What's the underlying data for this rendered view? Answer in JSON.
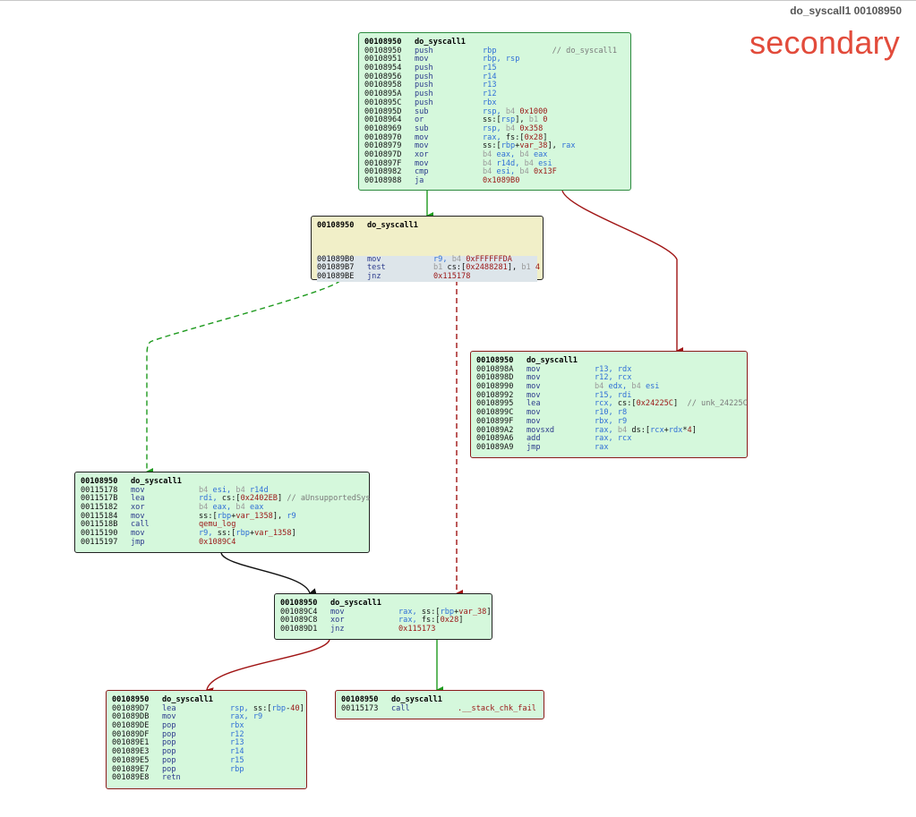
{
  "header": {
    "title": "do_syscall1 00108950",
    "brand": "secondary"
  },
  "blocks": {
    "b1": {
      "head": {
        "addr": "00108950",
        "fn": "do_syscall1"
      },
      "lines": [
        {
          "addr": "00108950",
          "mn": "push",
          "ops": [
            {
              "t": "rbp",
              "c": "reg"
            },
            {
              "t": "            // do_syscall1",
              "c": "cmt"
            }
          ]
        },
        {
          "addr": "00108951",
          "mn": "mov",
          "ops": [
            {
              "t": "rbp, rsp",
              "c": "reg"
            }
          ]
        },
        {
          "addr": "00108954",
          "mn": "push",
          "ops": [
            {
              "t": "r15",
              "c": "reg"
            }
          ]
        },
        {
          "addr": "00108956",
          "mn": "push",
          "ops": [
            {
              "t": "r14",
              "c": "reg"
            }
          ]
        },
        {
          "addr": "00108958",
          "mn": "push",
          "ops": [
            {
              "t": "r13",
              "c": "reg"
            }
          ]
        },
        {
          "addr": "0010895A",
          "mn": "push",
          "ops": [
            {
              "t": "r12",
              "c": "reg"
            }
          ]
        },
        {
          "addr": "0010895C",
          "mn": "push",
          "ops": [
            {
              "t": "rbx",
              "c": "reg"
            }
          ]
        },
        {
          "addr": "0010895D",
          "mn": "sub",
          "ops": [
            {
              "t": "rsp, ",
              "c": "reg"
            },
            {
              "t": "b4 ",
              "c": "grey"
            },
            {
              "t": "0x1000",
              "c": "num"
            }
          ]
        },
        {
          "addr": "00108964",
          "mn": "or",
          "ops": [
            {
              "t": "ss:[",
              "c": "bl"
            },
            {
              "t": "rsp",
              "c": "reg"
            },
            {
              "t": "], ",
              "c": "bl"
            },
            {
              "t": "b1 ",
              "c": "grey"
            },
            {
              "t": "0",
              "c": "num"
            }
          ]
        },
        {
          "addr": "00108969",
          "mn": "sub",
          "ops": [
            {
              "t": "rsp, ",
              "c": "reg"
            },
            {
              "t": "b4 ",
              "c": "grey"
            },
            {
              "t": "0x358",
              "c": "num"
            }
          ]
        },
        {
          "addr": "00108970",
          "mn": "mov",
          "ops": [
            {
              "t": "rax, ",
              "c": "reg"
            },
            {
              "t": "fs:[",
              "c": "bl"
            },
            {
              "t": "0x28",
              "c": "num"
            },
            {
              "t": "]",
              "c": "bl"
            }
          ]
        },
        {
          "addr": "00108979",
          "mn": "mov",
          "ops": [
            {
              "t": "ss:[",
              "c": "bl"
            },
            {
              "t": "rbp",
              "c": "reg"
            },
            {
              "t": "+",
              "c": "bl"
            },
            {
              "t": "var_38",
              "c": "lbl"
            },
            {
              "t": "], ",
              "c": "bl"
            },
            {
              "t": "rax",
              "c": "reg"
            }
          ]
        },
        {
          "addr": "0010897D",
          "mn": "xor",
          "ops": [
            {
              "t": "b4 ",
              "c": "grey"
            },
            {
              "t": "eax, ",
              "c": "reg"
            },
            {
              "t": "b4 ",
              "c": "grey"
            },
            {
              "t": "eax",
              "c": "reg"
            }
          ]
        },
        {
          "addr": "0010897F",
          "mn": "mov",
          "ops": [
            {
              "t": "b4 ",
              "c": "grey"
            },
            {
              "t": "r14d, ",
              "c": "reg"
            },
            {
              "t": "b4 ",
              "c": "grey"
            },
            {
              "t": "esi",
              "c": "reg"
            }
          ]
        },
        {
          "addr": "00108982",
          "mn": "cmp",
          "ops": [
            {
              "t": "b4 ",
              "c": "grey"
            },
            {
              "t": "esi, ",
              "c": "reg"
            },
            {
              "t": "b4 ",
              "c": "grey"
            },
            {
              "t": "0x13F",
              "c": "num"
            }
          ]
        },
        {
          "addr": "00108988",
          "mn": "ja",
          "ops": [
            {
              "t": "0x1089B0",
              "c": "num"
            }
          ]
        }
      ]
    },
    "b2": {
      "head": {
        "addr": "00108950",
        "fn": "do_syscall1"
      },
      "lines": [
        {
          "addr": "001089B0",
          "mn": "mov",
          "ops": [
            {
              "t": "r9, ",
              "c": "reg"
            },
            {
              "t": "b4 ",
              "c": "grey"
            },
            {
              "t": "0xFFFFFFDA",
              "c": "num"
            }
          ]
        },
        {
          "addr": "001089B7",
          "mn": "test",
          "ops": [
            {
              "t": "b1 ",
              "c": "grey"
            },
            {
              "t": "cs:[",
              "c": "bl"
            },
            {
              "t": "0x2488281",
              "c": "num"
            },
            {
              "t": "], ",
              "c": "bl"
            },
            {
              "t": "b1 ",
              "c": "grey"
            },
            {
              "t": "4",
              "c": "num"
            }
          ]
        },
        {
          "addr": "001089BE",
          "mn": "jnz",
          "ops": [
            {
              "t": "0x115178",
              "c": "num"
            }
          ]
        }
      ]
    },
    "b3": {
      "head": {
        "addr": "00108950",
        "fn": "do_syscall1"
      },
      "lines": [
        {
          "addr": "0010898A",
          "mn": "mov",
          "ops": [
            {
              "t": "r13, rdx",
              "c": "reg"
            }
          ]
        },
        {
          "addr": "0010898D",
          "mn": "mov",
          "ops": [
            {
              "t": "r12, rcx",
              "c": "reg"
            }
          ]
        },
        {
          "addr": "00108990",
          "mn": "mov",
          "ops": [
            {
              "t": "b4 ",
              "c": "grey"
            },
            {
              "t": "edx, ",
              "c": "reg"
            },
            {
              "t": "b4 ",
              "c": "grey"
            },
            {
              "t": "esi",
              "c": "reg"
            }
          ]
        },
        {
          "addr": "00108992",
          "mn": "mov",
          "ops": [
            {
              "t": "r15, rdi",
              "c": "reg"
            }
          ]
        },
        {
          "addr": "00108995",
          "mn": "lea",
          "ops": [
            {
              "t": "rcx, ",
              "c": "reg"
            },
            {
              "t": "cs:[",
              "c": "bl"
            },
            {
              "t": "0x24225C",
              "c": "num"
            },
            {
              "t": "]  ",
              "c": "bl"
            },
            {
              "t": "// unk_24225C",
              "c": "cmt"
            }
          ]
        },
        {
          "addr": "0010899C",
          "mn": "mov",
          "ops": [
            {
              "t": "r10, r8",
              "c": "reg"
            }
          ]
        },
        {
          "addr": "0010899F",
          "mn": "mov",
          "ops": [
            {
              "t": "rbx, r9",
              "c": "reg"
            }
          ]
        },
        {
          "addr": "001089A2",
          "mn": "movsxd",
          "ops": [
            {
              "t": "rax, ",
              "c": "reg"
            },
            {
              "t": "b4 ",
              "c": "grey"
            },
            {
              "t": "ds:[",
              "c": "bl"
            },
            {
              "t": "rcx",
              "c": "reg"
            },
            {
              "t": "+",
              "c": "bl"
            },
            {
              "t": "rdx",
              "c": "reg"
            },
            {
              "t": "*",
              "c": "bl"
            },
            {
              "t": "4",
              "c": "num"
            },
            {
              "t": "]",
              "c": "bl"
            }
          ]
        },
        {
          "addr": "001089A6",
          "mn": "add",
          "ops": [
            {
              "t": "rax, rcx",
              "c": "reg"
            }
          ]
        },
        {
          "addr": "001089A9",
          "mn": "jmp",
          "ops": [
            {
              "t": "rax",
              "c": "reg"
            }
          ]
        }
      ]
    },
    "b4": {
      "head": {
        "addr": "00108950",
        "fn": "do_syscall1"
      },
      "lines": [
        {
          "addr": "00115178",
          "mn": "mov",
          "ops": [
            {
              "t": "b4 ",
              "c": "grey"
            },
            {
              "t": "esi, ",
              "c": "reg"
            },
            {
              "t": "b4 ",
              "c": "grey"
            },
            {
              "t": "r14d",
              "c": "reg"
            }
          ]
        },
        {
          "addr": "0011517B",
          "mn": "lea",
          "ops": [
            {
              "t": "rdi, ",
              "c": "reg"
            },
            {
              "t": "cs:[",
              "c": "bl"
            },
            {
              "t": "0x2402EB",
              "c": "num"
            },
            {
              "t": "] ",
              "c": "bl"
            },
            {
              "t": "// aUnsupportedSys",
              "c": "cmt"
            }
          ]
        },
        {
          "addr": "00115182",
          "mn": "xor",
          "ops": [
            {
              "t": "b4 ",
              "c": "grey"
            },
            {
              "t": "eax, ",
              "c": "reg"
            },
            {
              "t": "b4 ",
              "c": "grey"
            },
            {
              "t": "eax",
              "c": "reg"
            }
          ]
        },
        {
          "addr": "00115184",
          "mn": "mov",
          "ops": [
            {
              "t": "ss:[",
              "c": "bl"
            },
            {
              "t": "rbp",
              "c": "reg"
            },
            {
              "t": "+",
              "c": "bl"
            },
            {
              "t": "var_1358",
              "c": "lbl"
            },
            {
              "t": "], ",
              "c": "bl"
            },
            {
              "t": "r9",
              "c": "reg"
            }
          ]
        },
        {
          "addr": "0011518B",
          "mn": "call",
          "ops": [
            {
              "t": "qemu_log",
              "c": "lbl"
            }
          ]
        },
        {
          "addr": "00115190",
          "mn": "mov",
          "ops": [
            {
              "t": "r9, ",
              "c": "reg"
            },
            {
              "t": "ss:[",
              "c": "bl"
            },
            {
              "t": "rbp",
              "c": "reg"
            },
            {
              "t": "+",
              "c": "bl"
            },
            {
              "t": "var_1358",
              "c": "lbl"
            },
            {
              "t": "]",
              "c": "bl"
            }
          ]
        },
        {
          "addr": "00115197",
          "mn": "jmp",
          "ops": [
            {
              "t": "0x1089C4",
              "c": "num"
            }
          ]
        }
      ]
    },
    "b5": {
      "head": {
        "addr": "00108950",
        "fn": "do_syscall1"
      },
      "lines": [
        {
          "addr": "001089C4",
          "mn": "mov",
          "ops": [
            {
              "t": "rax, ",
              "c": "reg"
            },
            {
              "t": "ss:[",
              "c": "bl"
            },
            {
              "t": "rbp",
              "c": "reg"
            },
            {
              "t": "+",
              "c": "bl"
            },
            {
              "t": "var_38",
              "c": "lbl"
            },
            {
              "t": "]",
              "c": "bl"
            }
          ]
        },
        {
          "addr": "001089C8",
          "mn": "xor",
          "ops": [
            {
              "t": "rax, ",
              "c": "reg"
            },
            {
              "t": "fs:[",
              "c": "bl"
            },
            {
              "t": "0x28",
              "c": "num"
            },
            {
              "t": "]",
              "c": "bl"
            }
          ]
        },
        {
          "addr": "001089D1",
          "mn": "jnz",
          "ops": [
            {
              "t": "0x115173",
              "c": "num"
            }
          ]
        }
      ]
    },
    "b6": {
      "head": {
        "addr": "00108950",
        "fn": "do_syscall1"
      },
      "lines": [
        {
          "addr": "001089D7",
          "mn": "lea",
          "ops": [
            {
              "t": "rsp, ",
              "c": "reg"
            },
            {
              "t": "ss:[",
              "c": "bl"
            },
            {
              "t": "rbp",
              "c": "reg"
            },
            {
              "t": "-",
              "c": "bl"
            },
            {
              "t": "40",
              "c": "num"
            },
            {
              "t": "]",
              "c": "bl"
            }
          ]
        },
        {
          "addr": "001089DB",
          "mn": "mov",
          "ops": [
            {
              "t": "rax, r9",
              "c": "reg"
            }
          ]
        },
        {
          "addr": "001089DE",
          "mn": "pop",
          "ops": [
            {
              "t": "rbx",
              "c": "reg"
            }
          ]
        },
        {
          "addr": "001089DF",
          "mn": "pop",
          "ops": [
            {
              "t": "r12",
              "c": "reg"
            }
          ]
        },
        {
          "addr": "001089E1",
          "mn": "pop",
          "ops": [
            {
              "t": "r13",
              "c": "reg"
            }
          ]
        },
        {
          "addr": "001089E3",
          "mn": "pop",
          "ops": [
            {
              "t": "r14",
              "c": "reg"
            }
          ]
        },
        {
          "addr": "001089E5",
          "mn": "pop",
          "ops": [
            {
              "t": "r15",
              "c": "reg"
            }
          ]
        },
        {
          "addr": "001089E7",
          "mn": "pop",
          "ops": [
            {
              "t": "rbp",
              "c": "reg"
            }
          ]
        },
        {
          "addr": "001089E8",
          "mn": "retn",
          "ops": []
        }
      ]
    },
    "b7": {
      "head": {
        "addr": "00108950",
        "fn": "do_syscall1"
      },
      "lines": [
        {
          "addr": "00115173",
          "mn": "call",
          "ops": [
            {
              "t": ".__stack_chk_fail",
              "c": "lbl"
            }
          ]
        }
      ]
    }
  },
  "colors": {
    "block_fill": "#d5f8dc",
    "selected_fill": "#f1efc8",
    "edge_true": "#1e9a1e",
    "edge_false": "#a01414",
    "edge_uncond": "#111111",
    "brand": "#e24b3b"
  }
}
